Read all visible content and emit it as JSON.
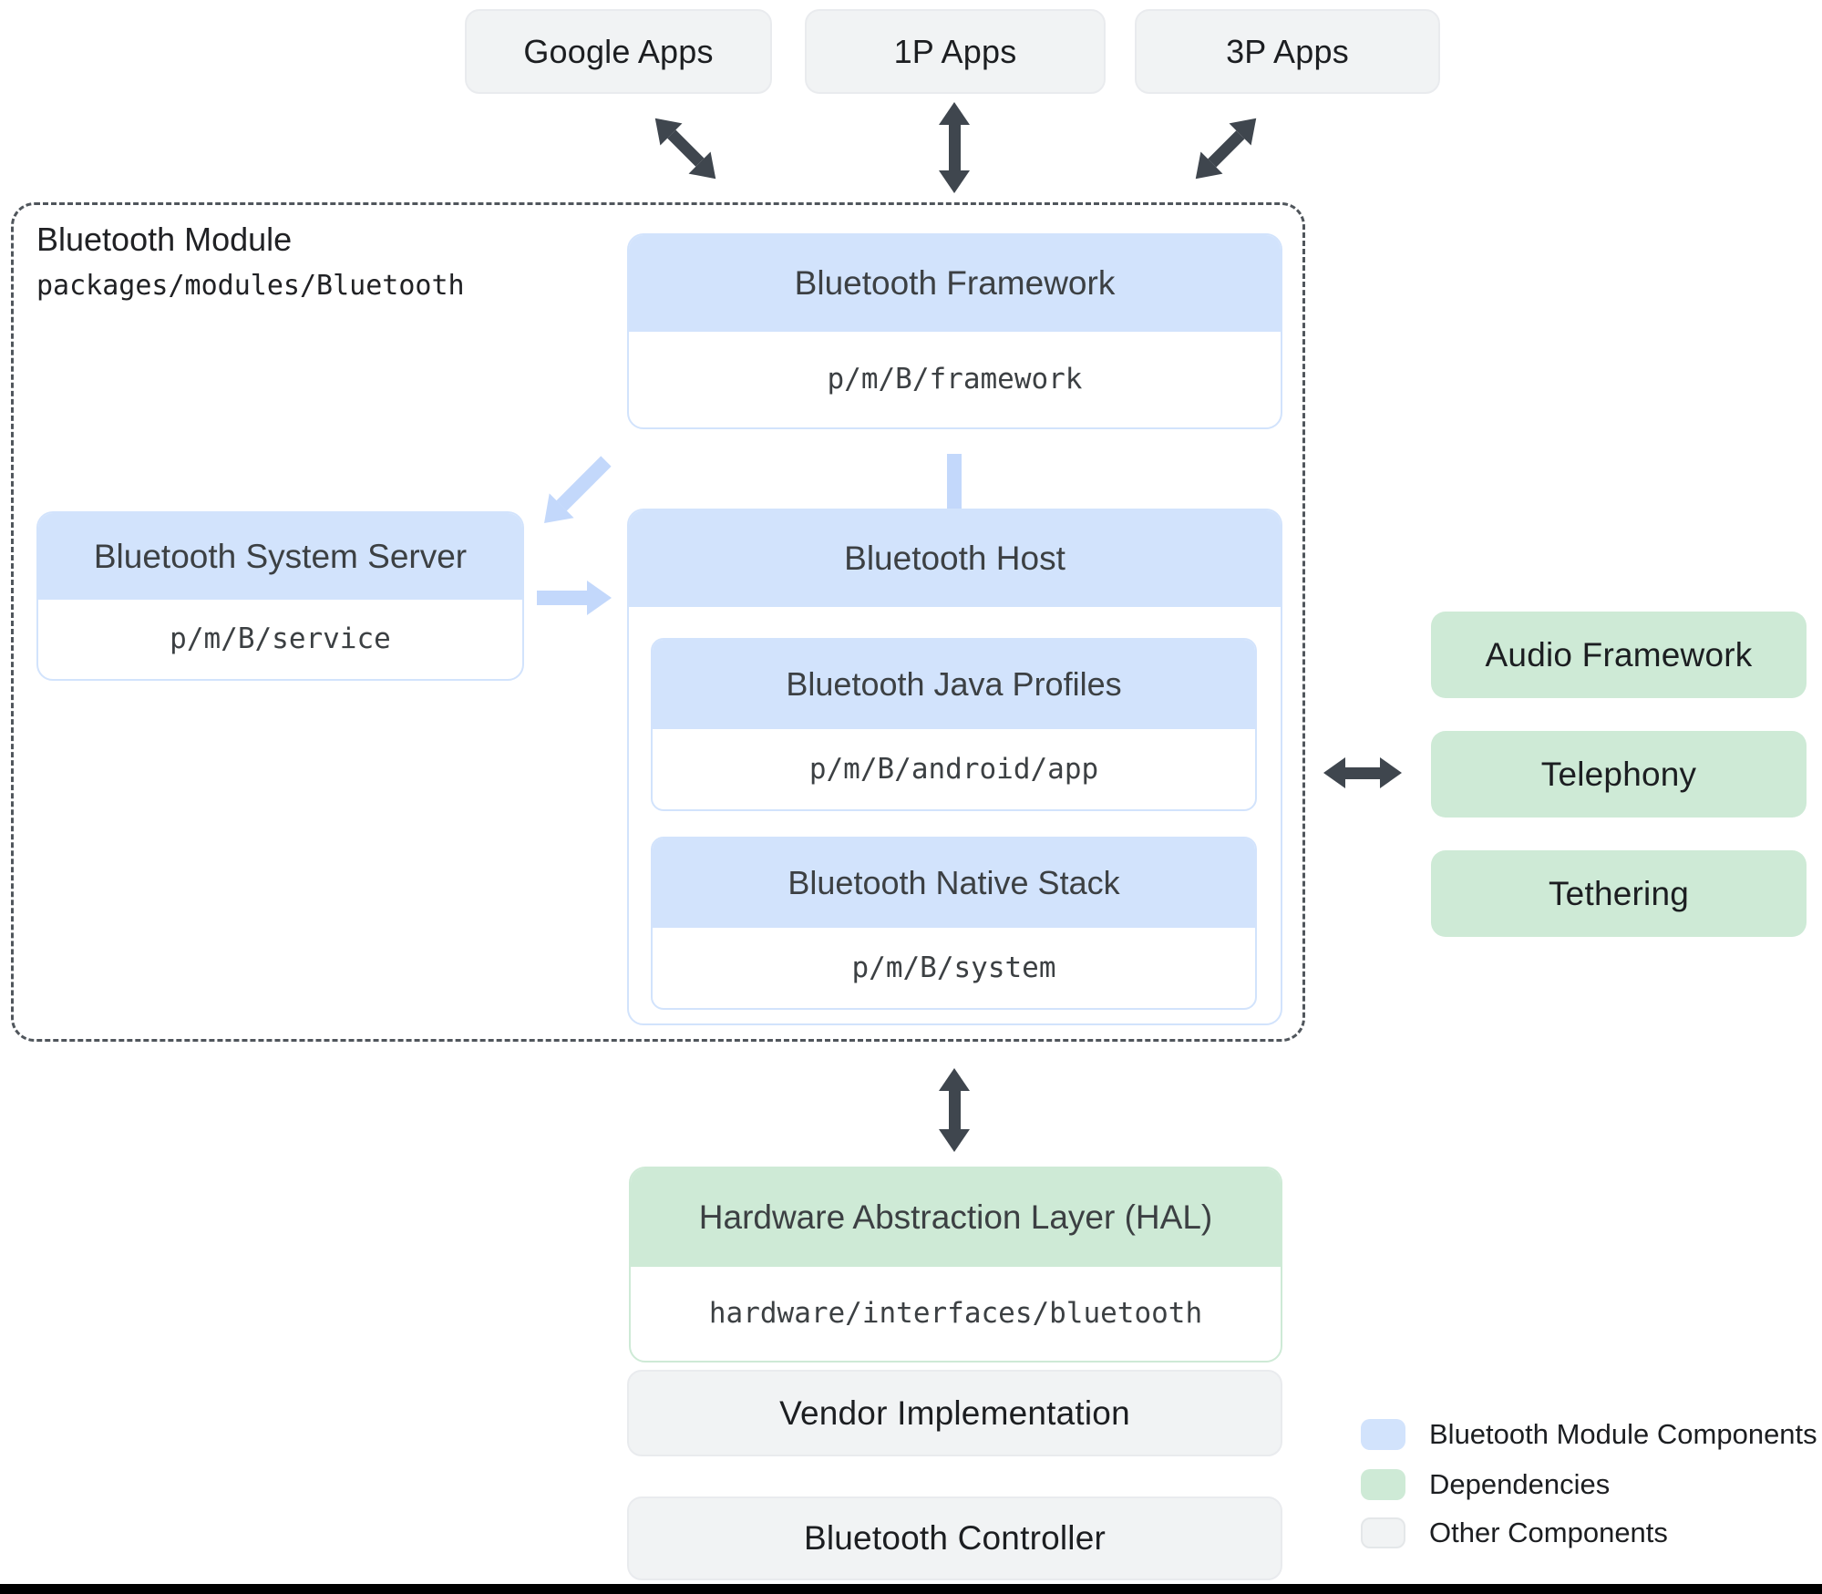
{
  "top_apps": [
    {
      "label": "Google Apps"
    },
    {
      "label": "1P Apps"
    },
    {
      "label": "3P Apps"
    }
  ],
  "module": {
    "title": "Bluetooth Module",
    "path": "packages/modules/Bluetooth",
    "framework": {
      "title": "Bluetooth Framework",
      "path": "p/m/B/framework"
    },
    "system_server": {
      "title": "Bluetooth System Server",
      "path": "p/m/B/service"
    },
    "host": {
      "title": "Bluetooth Host",
      "java_profiles": {
        "title": "Bluetooth Java Profiles",
        "path": "p/m/B/android/app"
      },
      "native_stack": {
        "title": "Bluetooth Native Stack",
        "path": "p/m/B/system"
      }
    }
  },
  "dependencies": [
    {
      "label": "Audio Framework"
    },
    {
      "label": "Telephony"
    },
    {
      "label": "Tethering"
    }
  ],
  "hal": {
    "title": "Hardware Abstraction Layer (HAL)",
    "path": "hardware/interfaces/bluetooth"
  },
  "other_components": [
    {
      "label": "Vendor Implementation"
    },
    {
      "label": "Bluetooth Controller"
    }
  ],
  "legend": [
    {
      "label": "Bluetooth Module Components",
      "color": "#d2e3fc"
    },
    {
      "label": "Dependencies",
      "color": "#ceead6"
    },
    {
      "label": "Other Components",
      "color": "#f1f3f4"
    }
  ],
  "colors": {
    "module_component_fill": "#d2e3fc",
    "dependency_fill": "#ceead6",
    "other_fill": "#f1f3f4",
    "dark_arrow": "#3f464e",
    "light_arrow": "#c3d8fb"
  }
}
